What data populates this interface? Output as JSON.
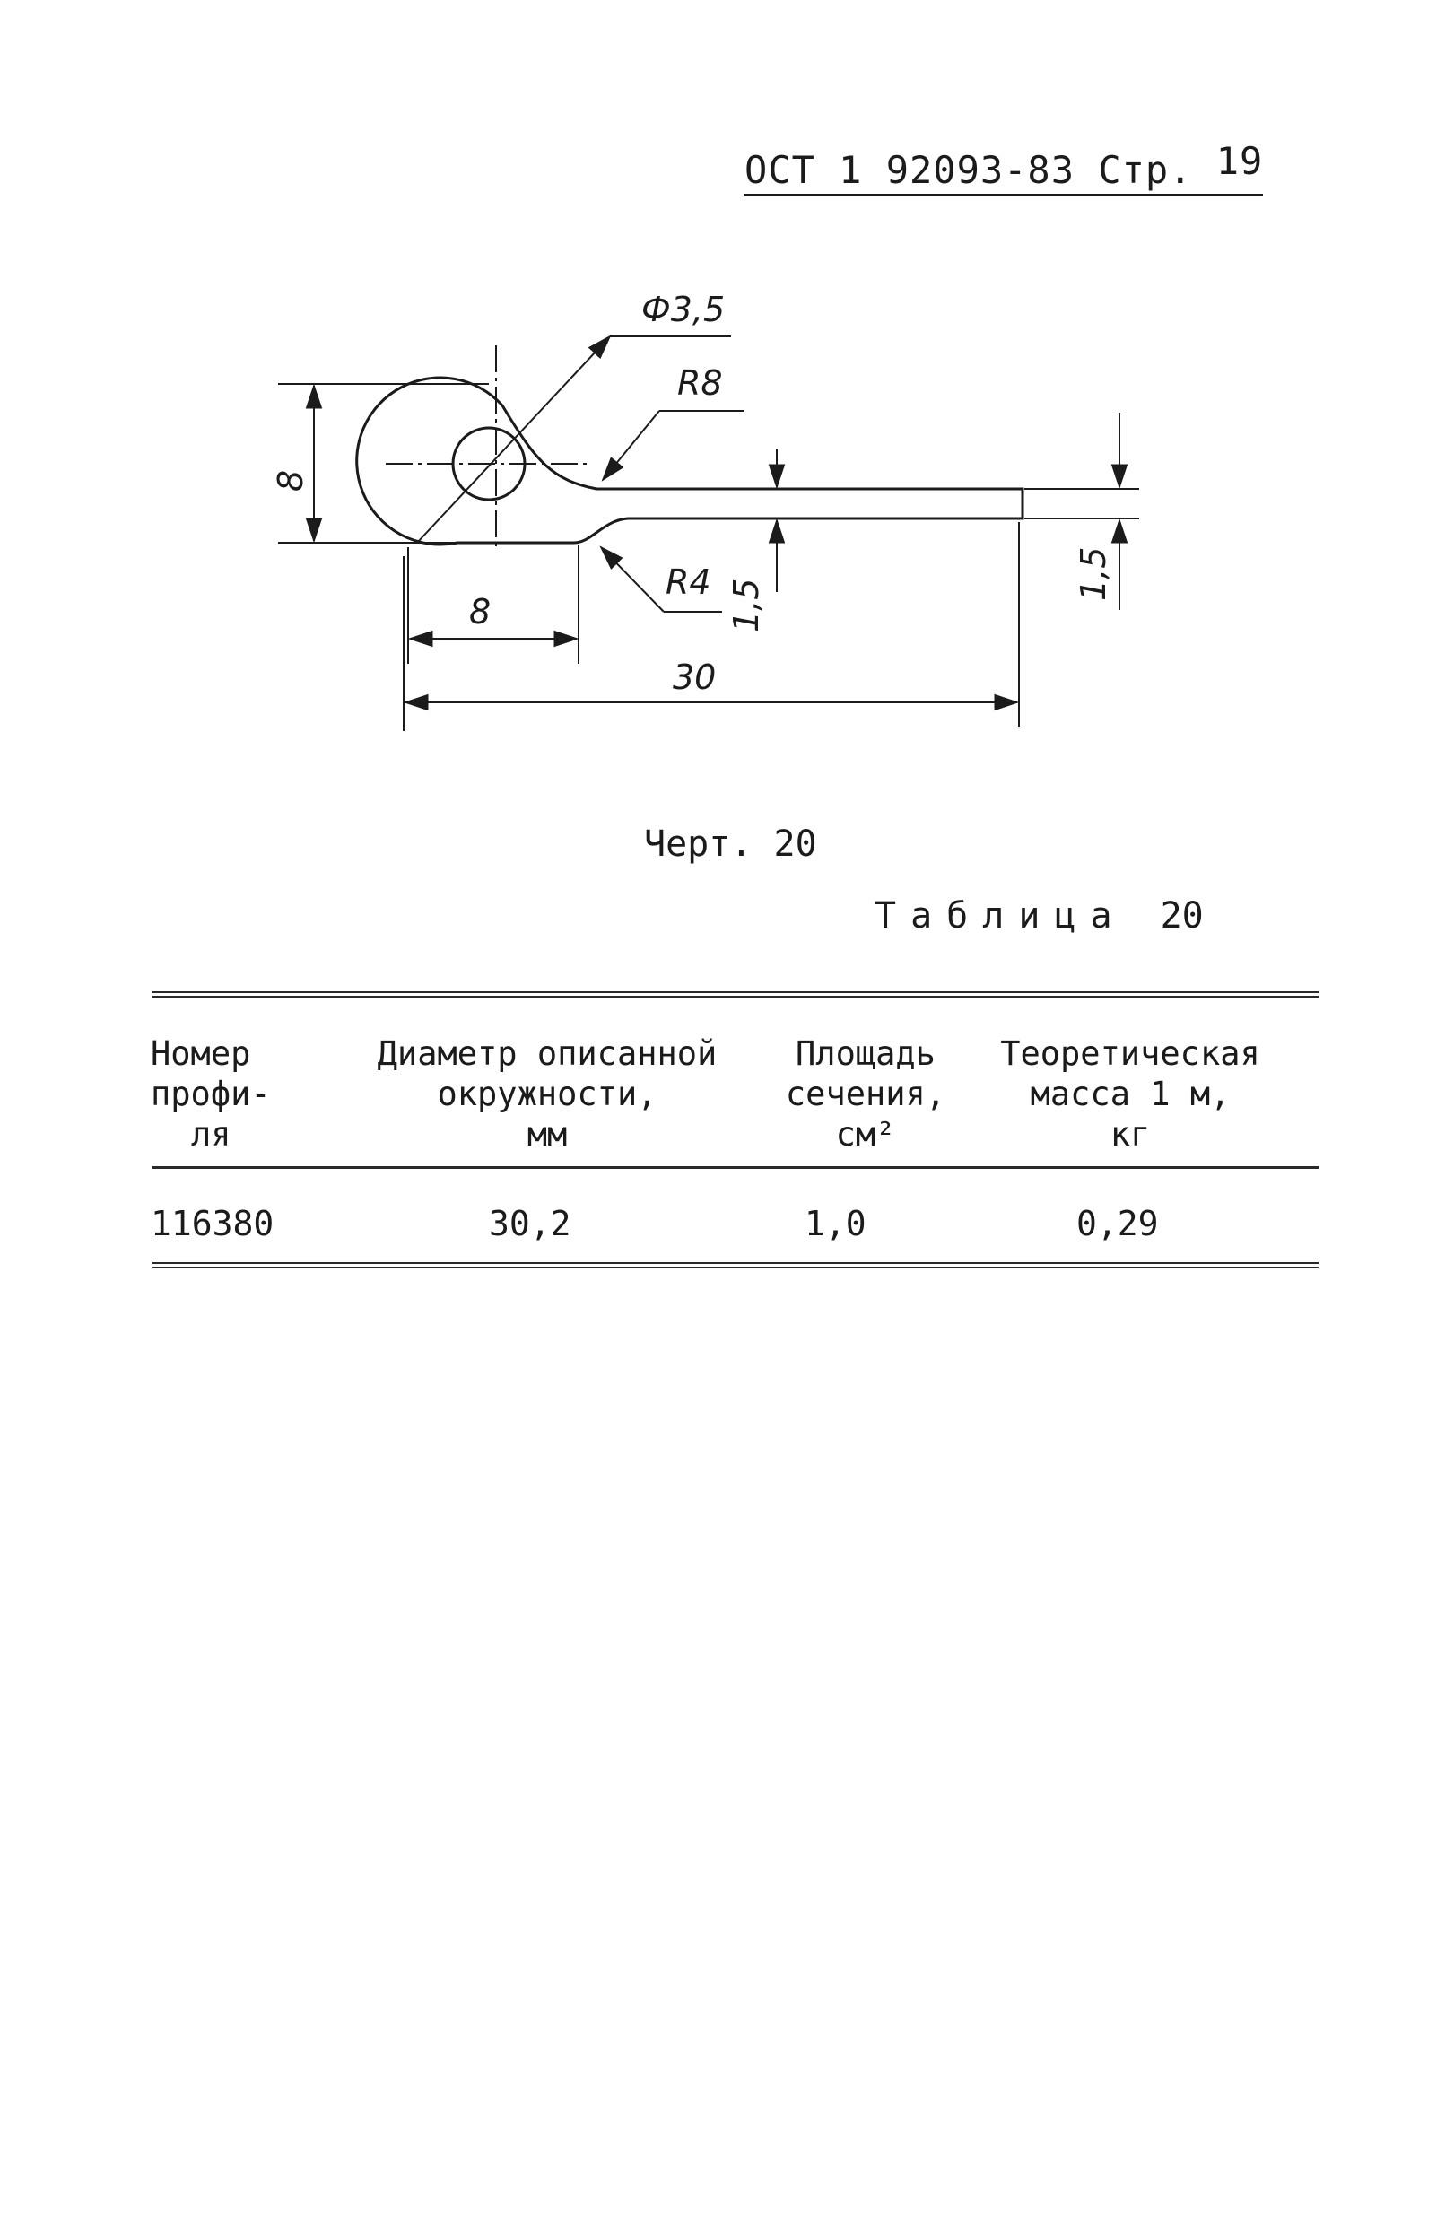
{
  "header": {
    "standard": "ОСТ 1 92093-83",
    "page_label": "Стр.",
    "page_number": "19"
  },
  "drawing": {
    "dim_hole": "Ф3,5",
    "dim_r8": "R8",
    "dim_r4": "R4",
    "dim_height": "8",
    "dim_head_width": "8",
    "dim_length": "30",
    "dim_thickness_mid": "1,5",
    "dim_thickness_end": "1,5"
  },
  "caption": "Черт. 20",
  "table_title": {
    "label": "Таблица",
    "number": "20"
  },
  "table": {
    "headers": [
      [
        "Номер",
        "профи-",
        "ля"
      ],
      [
        "Диаметр описанной",
        "окружности,",
        "мм"
      ],
      [
        "Площадь",
        "сечения,",
        "см²"
      ],
      [
        "Теоретическая",
        "масса 1 м,",
        "кг"
      ]
    ],
    "rows": [
      [
        "116380",
        "30,2",
        "1,0",
        "0,29"
      ]
    ]
  }
}
